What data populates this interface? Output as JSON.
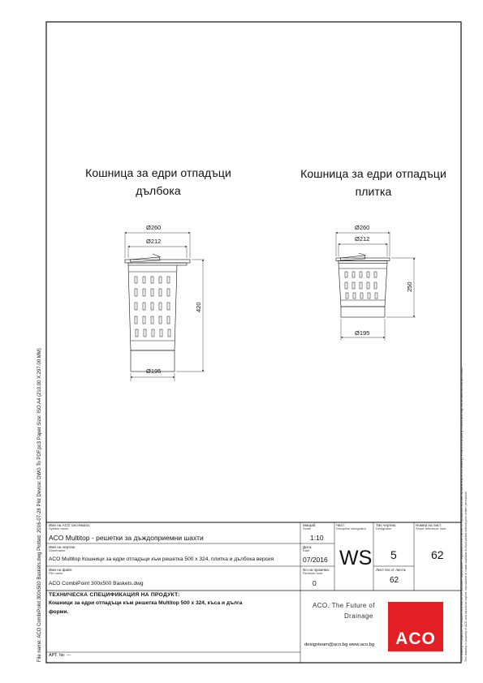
{
  "views": {
    "deep": {
      "title_line1": "Кошница за едри отпадъци",
      "title_line2": "дълбока",
      "dims": {
        "outer": "Ø260",
        "inner": "Ø212",
        "height": "420",
        "base": "Ø195"
      }
    },
    "shallow": {
      "title_line1": "Кошница за едри отпадъци",
      "title_line2": "плитка",
      "dims": {
        "outer": "Ø260",
        "inner": "Ø212",
        "height": "250",
        "base": "Ø195"
      }
    }
  },
  "side_text": "File name: ACO CombiPoint  300x500 Baskets.dwg     Plotted: 2016-07-28   Plot Device: DWG To PDF.pc3   Paper Size: ISO A4 (210.00 X 297.00 MM)",
  "right_notice_1": "This drawing is subject to reproduction and use for the purposes stated above, regardless of the manner of reproduction and use, all ownership of this drawing remains the property of ACO and may not be used without permission.",
  "right_notice_2": "This drawing is property of ACO and cannot be copied, reproduced or made available to third parties without prior written permission.",
  "title_block": {
    "system_label": "Име на АСО системата:",
    "system_sub": "System name",
    "system_value": "ACO Multitop - решетки за дъждоприемни шахти",
    "scale_label": "Мащаб:",
    "scale_sub": "Scale",
    "scale_value": "1:10",
    "part_label": "Част:",
    "part_sub": "Discipline designator",
    "part_value": "WS",
    "type_label": "Тип чертеж:",
    "type_sub": "Designator",
    "type_value": "5",
    "ref_label": "Номер на лист:",
    "ref_sub": "Sheet reference num.",
    "ref_value": "62",
    "sheet_label": "Име на чертеж:",
    "sheet_sub": "Sheetname",
    "sheet_value": "ACO Multitop Кошници за едри отпадъци към решетка 500 x 324, плитка и дълбока версия",
    "date_label": "Дата:",
    "date_sub": "Date",
    "date_value": "07/2016",
    "sheet_of_label": "Лист No от листа:",
    "sheet_of_value": "62",
    "file_label": "Име на файл:",
    "file_sub": "File name",
    "file_value": "ACO CombiPoint  300x500 Baskets.dwg",
    "rev_label": "No на промяна:",
    "rev_sub": "Revision num.",
    "rev_value": "0",
    "spec_heading": "ТЕХНИЧЕСКА СПЕЦИФИКАЦИЯ НА ПРОДУКТ:",
    "spec_text_1": "Кошници за едри отпадъци към решетка Multitop 500 x 324, къса и дълга",
    "spec_text_2": "форми.",
    "art_label": "АРТ. №: ---",
    "tagline_1": "ACO. The Future of",
    "tagline_2": "Drainage",
    "contact": "designteam@aco.bg  www.aco.bg",
    "logo_text": "ACO"
  },
  "colors": {
    "line": "#111111",
    "logo_red": "#e31e24"
  }
}
